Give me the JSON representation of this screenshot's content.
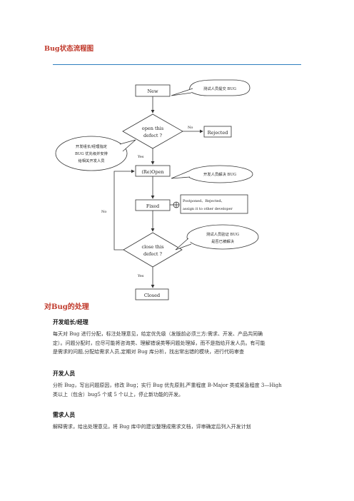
{
  "doc": {
    "section_title": "Bug状态流程图",
    "heading": "对Bug的处理"
  },
  "flow": {
    "new": "New",
    "decision_open_1": "open this",
    "decision_open_2": "defect ?",
    "rejected": "Rejected",
    "reopen": "(Re)Open",
    "fixed": "Fixed",
    "decision_close_1": "close this",
    "decision_close_2": "defect ?",
    "closed": "Closed",
    "label_no_1": "No",
    "label_yes_1": "Yes",
    "label_no_2": "No",
    "label_yes_2": "Yes",
    "postponed_1": "Postponed、Rejected、",
    "postponed_2": "assign it to other developer",
    "callout_tester_new": "测试人员提交 BUG",
    "callout_lead_1": "开发组长/经理指定",
    "callout_lead_2": "BUG 优先级并安排",
    "callout_lead_3": "给相关开发人员",
    "callout_dev_fix": "开发人员解决 BUG",
    "callout_tester_verify_1": "测试人员验证 BUG",
    "callout_tester_verify_2": "是否已被解决"
  },
  "roles": [
    {
      "name": "开发组长/经理",
      "lines": [
        "每天对 Bug 进行分配，标注处理意见，给定优先级（发版前必须三方:需求、开发、产品共同确",
        "定）。问题分配时，应尽可能将咨询类、理解错误类等问题处理掉，而不是指给开发人员。有可能",
        "是需求的问题,分配给需求人员,定期对 Bug 库分析，找出常出错的模块，进行代码审查"
      ]
    },
    {
      "name": "开发人员",
      "lines": [
        "分析 Bug，写出问题原因，修改 Bug；实行 Bug 优先原则,严重程度 B-Major 类或紧急程度 3—High",
        "类以上（包含）bug5 个或 5 个以上，停止新功能的开发。"
      ]
    },
    {
      "name": "需求人员",
      "lines": [
        "解释需求，给出处理意见，将 Bug 库中的建议整理成需求文档，评审确定后列入开发计划"
      ]
    }
  ]
}
